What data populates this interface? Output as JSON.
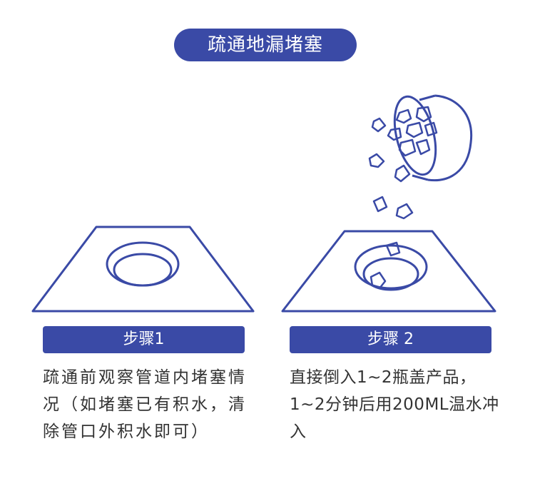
{
  "title": "疏通地漏堵塞",
  "step1": {
    "label": "步骤1",
    "description": "疏通前观察管道内堵塞情况（如堵塞已有积水，清除管口外积水即可）"
  },
  "step2": {
    "label": "步骤 2",
    "description": "直接倒入1~2瓶盖产品，1~2分钟后用200ML温水冲入"
  },
  "colors": {
    "brand": "#3a4aa6",
    "text": "#333333"
  }
}
